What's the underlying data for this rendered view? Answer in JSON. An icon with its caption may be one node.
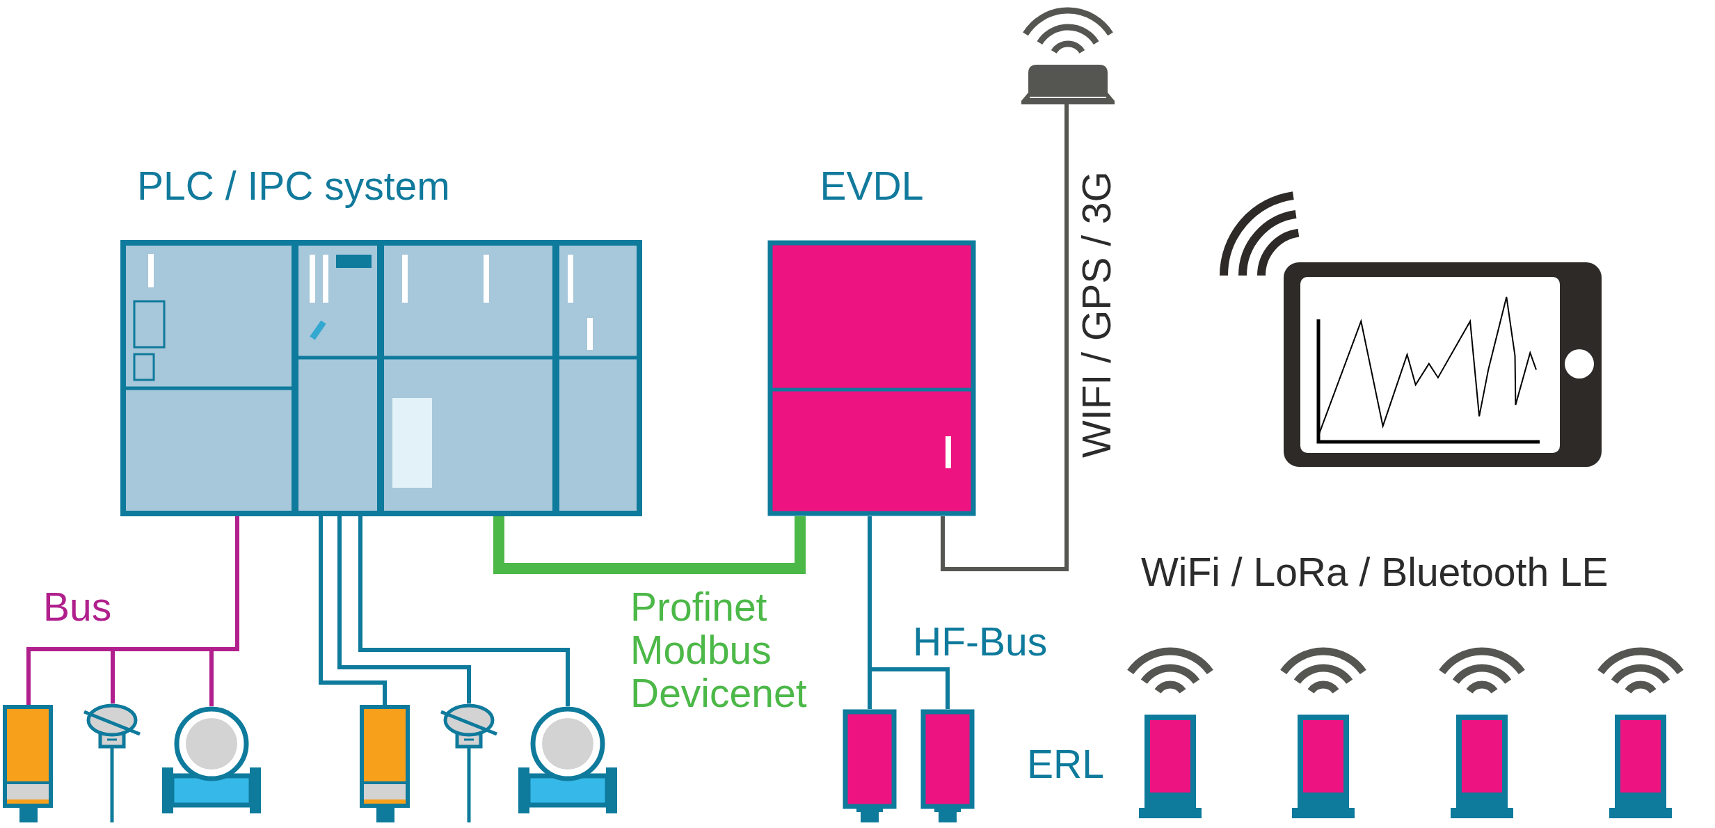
{
  "diagram": {
    "nodes": [
      {
        "text": [
          "PLC / IPC system"
        ]
      },
      {
        "text": [
          "EVDL"
        ]
      },
      {
        "text": [],
        "shape": "picture"
      },
      {
        "text": [],
        "shape": "picture"
      },
      {
        "text": [],
        "shape": "picture"
      },
      {
        "text": [],
        "shape": "picture"
      },
      {
        "text": [],
        "shape": "picture"
      },
      {
        "text": [],
        "shape": "picture"
      },
      {
        "text": [],
        "shape": "picture"
      },
      {
        "text": [],
        "shape": "picture"
      },
      {
        "text": [],
        "shape": "box"
      },
      {
        "text": [],
        "shape": "box"
      },
      {
        "text": [],
        "shape": "picture"
      },
      {
        "text": [],
        "shape": "picture"
      },
      {
        "text": [],
        "shape": "picture"
      },
      {
        "text": [],
        "shape": "picture"
      }
    ],
    "edges": [
      {
        "from": 0,
        "to": 4,
        "arrow": "none",
        "color": "#b01f8c"
      },
      {
        "from": 0,
        "to": 5,
        "arrow": "none",
        "color": "#b01f8c"
      },
      {
        "from": 0,
        "to": 6,
        "arrow": "none",
        "color": "#b01f8c"
      },
      {
        "from": 0,
        "to": 7,
        "arrow": "none"
      },
      {
        "from": 0,
        "to": 8,
        "arrow": "none"
      },
      {
        "from": 0,
        "to": 9,
        "arrow": "none"
      },
      {
        "from": 0,
        "to": 1,
        "arrow": "none",
        "style": "thick",
        "color": "#4cb848"
      },
      {
        "from": 1,
        "to": 2,
        "arrow": "none",
        "color": "#555551"
      },
      {
        "from": 1,
        "to": 10,
        "arrow": "none"
      },
      {
        "from": 1,
        "to": 11,
        "arrow": "none"
      }
    ],
    "labels": [
      "WIFI / GPS / 3G",
      "WiFi / LoRa / Bluetooth LE",
      "Bus",
      "Profinet Modbus Devicenet",
      "HF-Bus",
      "ERL"
    ]
  }
}
